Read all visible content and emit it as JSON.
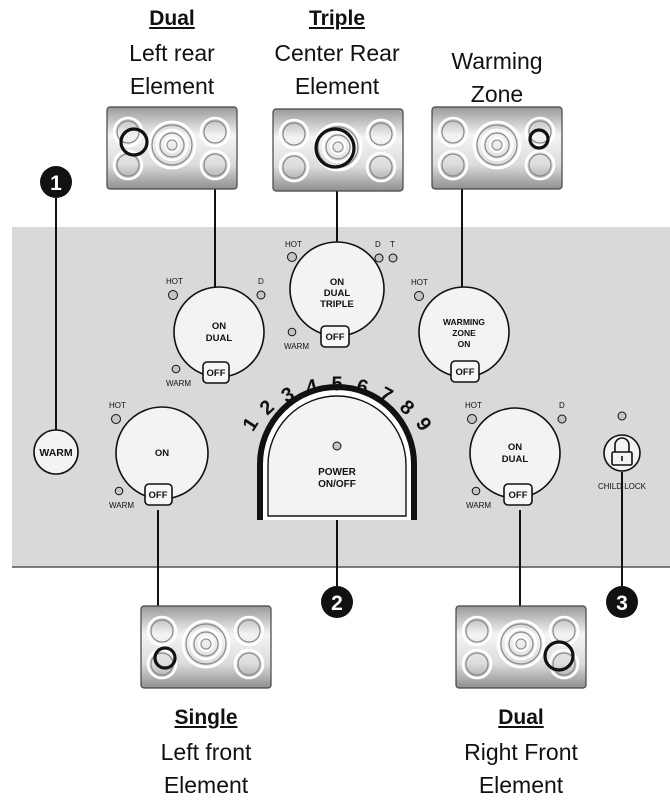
{
  "captions": {
    "left_rear": {
      "type": "Dual",
      "line1": "Left rear",
      "line2": "Element"
    },
    "center_rear": {
      "type": "Triple",
      "line1": "Center Rear",
      "line2": "Element"
    },
    "warming": {
      "line1": "Warming",
      "line2": "Zone"
    },
    "left_front": {
      "type": "Single",
      "line1": "Left front",
      "line2": "Element"
    },
    "right_front": {
      "type": "Dual",
      "line1": "Right Front",
      "line2": "Element"
    }
  },
  "callouts": {
    "one": "1",
    "two": "2",
    "three": "3"
  },
  "buttons": {
    "warm": "WARM",
    "off": "OFF"
  },
  "knobs": {
    "left_rear": {
      "hot": "HOT",
      "d": "D",
      "warm": "WARM",
      "line1": "ON",
      "line2": "DUAL"
    },
    "center_rear": {
      "hot": "HOT",
      "d": "D",
      "t": "T",
      "warm": "WARM",
      "line1": "ON",
      "line2": "DUAL",
      "line3": "TRIPLE"
    },
    "warming": {
      "hot": "HOT",
      "line1": "WARMING",
      "line2": "ZONE",
      "line3": "ON"
    },
    "left_front": {
      "hot": "HOT",
      "warm": "WARM",
      "line1": "ON"
    },
    "right_front": {
      "hot": "HOT",
      "d": "D",
      "warm": "WARM",
      "line1": "ON",
      "line2": "DUAL"
    }
  },
  "power_dial": {
    "line1": "POWER",
    "line2": "ON/OFF",
    "levels": [
      "1",
      "2",
      "3",
      "4",
      "5",
      "6",
      "7",
      "8",
      "9"
    ]
  },
  "child_lock": {
    "label": "CHILD LOCK",
    "icon": "padlock-icon"
  },
  "colors": {
    "panel": "#d9d9d9",
    "indicator": "#c4c4c4",
    "line": "#111111"
  }
}
